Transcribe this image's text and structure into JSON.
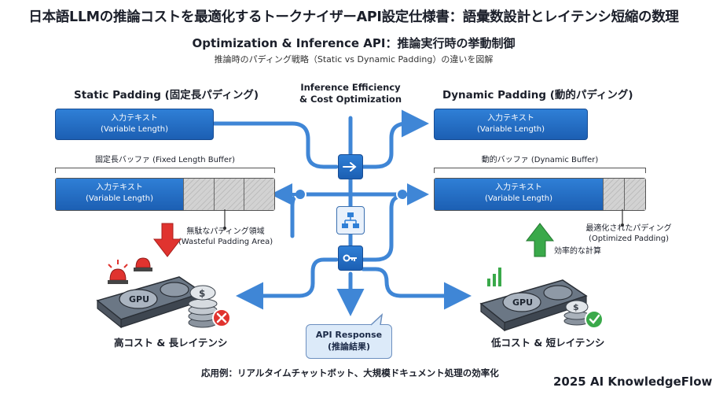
{
  "title": "日本語LLMの推論コストを最適化するトークナイザーAPI設定仕様書：語彙数設計とレイテンシ短縮の数理",
  "subtitle": "Optimization & Inference API：推論実行時の挙動制御",
  "caption": "推論時のパディング戦略（Static vs Dynamic Padding）の違いを図解",
  "static_side": {
    "heading": "Static Padding (固定長パディング)",
    "input_line1": "入力テキスト",
    "input_line2": "(Variable Length)",
    "buffer_label": "固定長バッファ (Fixed Length Buffer)",
    "buffer_text_line1": "入力テキスト",
    "buffer_text_line2": "(Variable Length)",
    "waste_line1": "無駄なパディング領域",
    "waste_line2": "(Wasteful Padding Area)",
    "gpu_label": "GPU",
    "result": "高コスト & 長レイテンシ"
  },
  "center": {
    "heading_line1": "Inference Efficiency",
    "heading_line2": "& Cost Optimization",
    "response_line1": "API Response",
    "response_line2": "(推論結果)"
  },
  "dynamic_side": {
    "heading": "Dynamic Padding (動的パディング)",
    "input_line1": "入力テキスト",
    "input_line2": "(Variable Length)",
    "buffer_label": "動的バッファ (Dynamic Buffer)",
    "buffer_text_line1": "入力テキスト",
    "buffer_text_line2": "(Variable Length)",
    "opt_line1": "最適化されたパディング",
    "opt_line2": "(Optimized Padding)",
    "calc_label": "効率的な計算",
    "gpu_label": "GPU",
    "result": "低コスト & 短レイテンシ"
  },
  "footer": "応用例：リアルタイムチャットボット、大規模ドキュメント処理の効率化",
  "brand": "2025 AI KnowledgeFlow",
  "colors": {
    "primary_blue": "#2f7fd6",
    "flow_blue": "#3f86d6",
    "alert_red": "#e0332f",
    "success_green": "#3aa94a"
  },
  "icons": [
    "arrow-right-icon",
    "flowchart-icon",
    "key-icon",
    "gpu-icon",
    "coin-stack-icon",
    "alarm-light-icon",
    "close-icon",
    "check-icon",
    "bar-chart-icon"
  ]
}
